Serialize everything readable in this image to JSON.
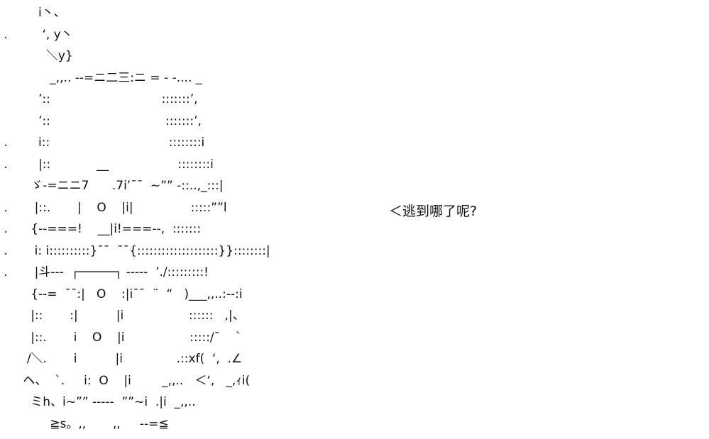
{
  "lines": [
    "          i丶、",
    " .         ‘, y丶",
    "            ＼y}",
    "             _,,.. --=ニ二三:ニ = - -.... _",
    "          ’::                             :::::::’,",
    "          ’::                              :::::::’,",
    " .        i::                               ::::::::i",
    " .        |::            __                  ::::::::i",
    "        ゞ-=ニニ7      .7i’¯¯  ~”” -::..,_:::|",
    " .       |::.       |    O    |i|               :::::””l",
    " .      {--===!    __|i!===--,  :::::::",
    " .       i: i::::::::::}¯¯  ¯¯{::::::::::::::::::::}}::::::::|",
    " .       |斗---  ┌─────┐ -----  ’./:::::::::!",
    "        {--=  ¯¯:|   O    :|i¯¯  ¨  “   )___,,..:--:i",
    "        |::       :|          |i                 ::::::   ,|、",
    "        |::.       i    O    |i                 :::::/¯    `",
    "       /＼.       i          |i              .::xf(  ‘,  .∠",
    "      ヘ、  `.     i:  O    |i        _,,..   ＜‘,   _,ｨi(",
    "        ミh、i~”” -----  ””~i  .|i  _,,..",
    "             ≧s。,,       ,,     --=≦"
  ],
  "speech": "＜逃到哪了呢?"
}
